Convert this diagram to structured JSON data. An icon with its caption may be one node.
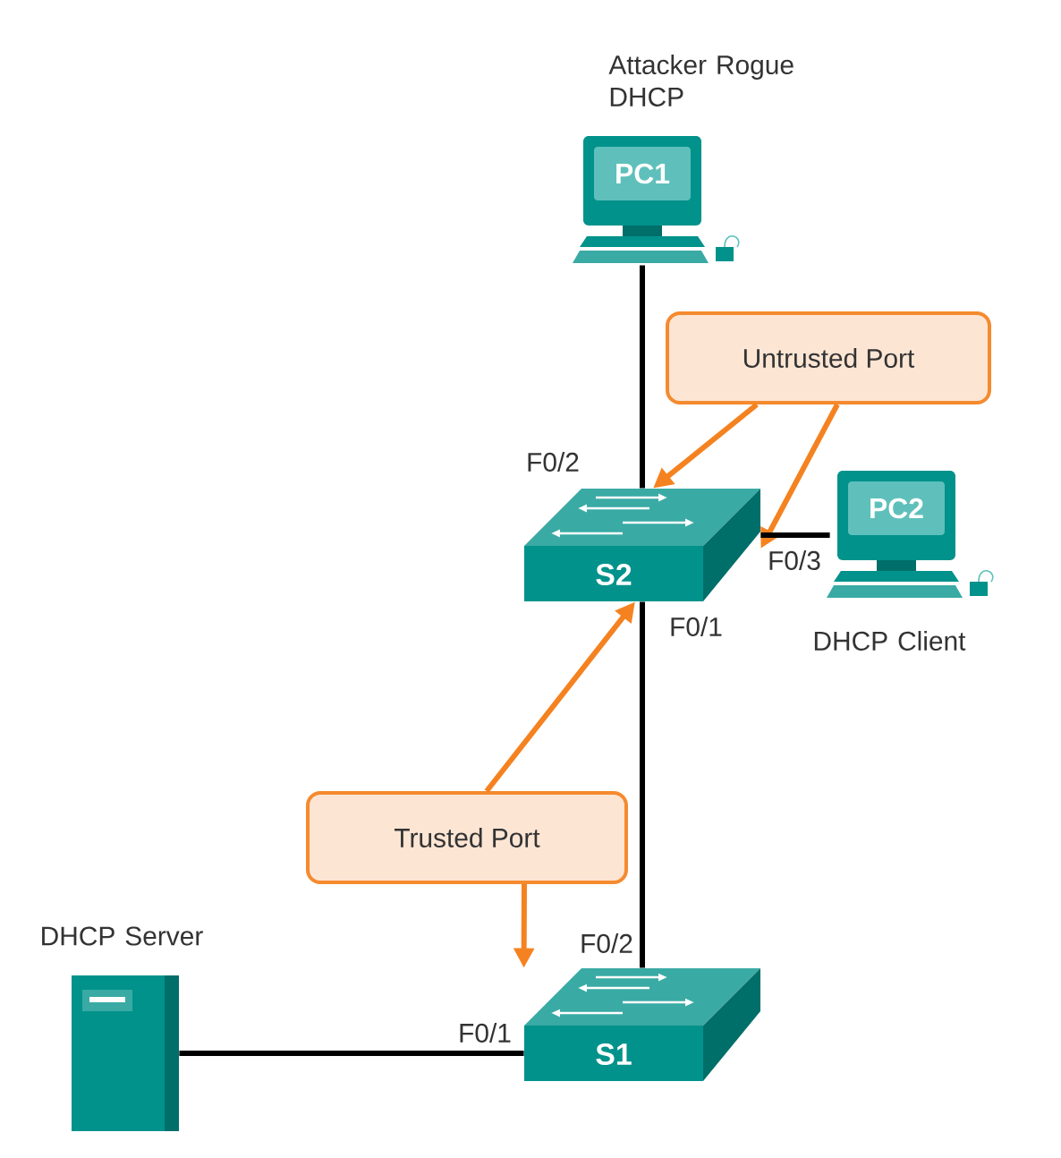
{
  "diagram": {
    "nodes": [
      {
        "text": [
          "PC1"
        ],
        "beside": [
          "Attacker Rogue DHCP"
        ]
      },
      {
        "text": [
          "Untrusted Port"
        ]
      },
      {
        "text": [
          "S2"
        ]
      },
      {
        "text": [
          "PC2"
        ],
        "beside": [
          "DHCP Client"
        ]
      },
      {
        "text": [
          "Trusted Port"
        ]
      },
      {
        "text": [],
        "shape": "server",
        "beside": [
          "DHCP Server"
        ]
      },
      {
        "text": [
          "S1"
        ]
      }
    ],
    "edges": [
      {
        "from": 0,
        "to": 2,
        "arrow": "none"
      },
      {
        "from": 1,
        "to": 2,
        "arrow": "to",
        "color": "#f58220"
      },
      {
        "from": 1,
        "to": 2,
        "arrow": "to",
        "color": "#f58220"
      },
      {
        "from": 2,
        "to": 3,
        "arrow": "none"
      },
      {
        "from": 4,
        "to": 2,
        "arrow": "to",
        "color": "#f58220"
      },
      {
        "from": 2,
        "to": 6,
        "arrow": "none"
      },
      {
        "from": 4,
        "to": 6,
        "arrow": "to",
        "color": "#f58220"
      },
      {
        "from": 5,
        "to": 6,
        "arrow": "none"
      }
    ],
    "labels": [
      "F0/2",
      "F0/3",
      "F0/1",
      "F0/2",
      "F0/1"
    ]
  }
}
